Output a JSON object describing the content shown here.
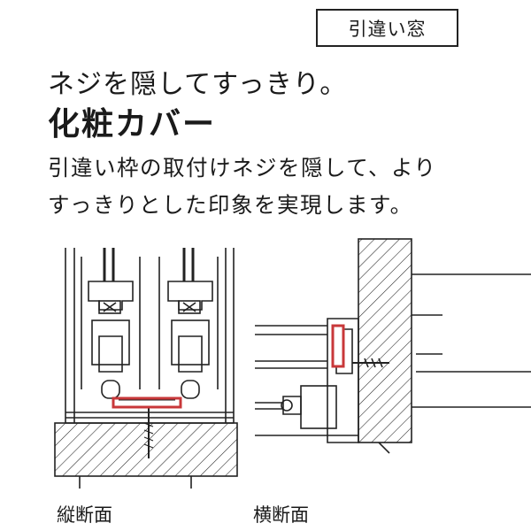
{
  "tag_label": "引違い窓",
  "subtitle": "ネジを隠してすっきり。",
  "title": "化粧カバー",
  "description": {
    "line1": "引違い枠の取付けネジを隠して、より",
    "line2": "すっきりとした印象を実現します。"
  },
  "captions": {
    "vertical": "縦断面",
    "horizontal": "横断面"
  },
  "colors": {
    "accent_cover": "#c8383a",
    "line": "#222222"
  }
}
